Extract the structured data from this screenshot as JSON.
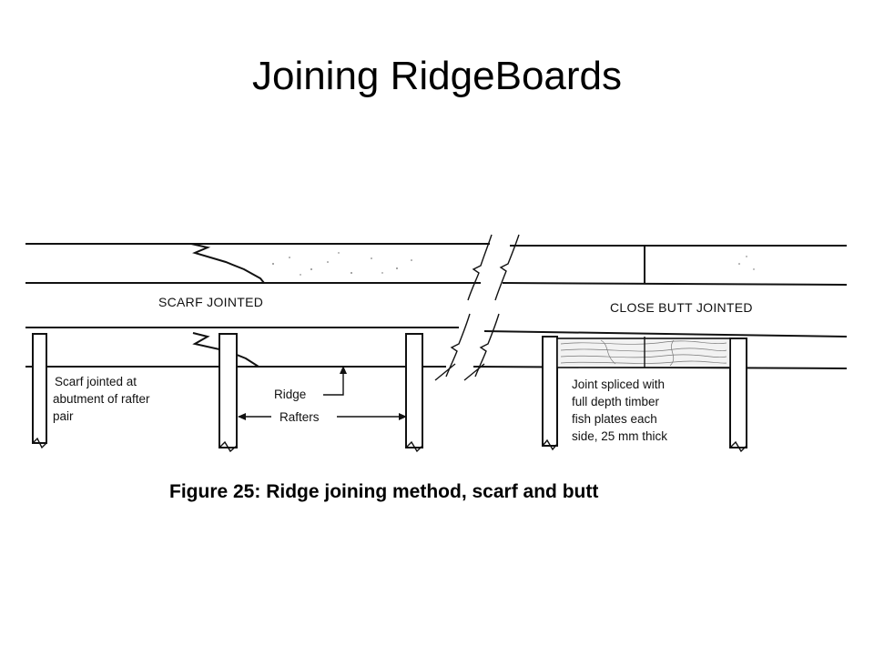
{
  "slide": {
    "title": "Joining RidgeBoards"
  },
  "figure": {
    "labels": {
      "scarf_jointed": "SCARF JOINTED",
      "close_butt_jointed": "CLOSE BUTT JOINTED",
      "scarf_note_line1": "Scarf jointed at",
      "scarf_note_line2": "abutment of rafter",
      "scarf_note_line3": "pair",
      "ridge": "Ridge",
      "rafters": "Rafters",
      "butt_note_line1": "Joint spliced with",
      "butt_note_line2": "full depth timber",
      "butt_note_line3": "fish plates each",
      "butt_note_line4": "side, 25 mm thick"
    },
    "caption": "Figure 25: Ridge joining method, scarf and butt"
  }
}
